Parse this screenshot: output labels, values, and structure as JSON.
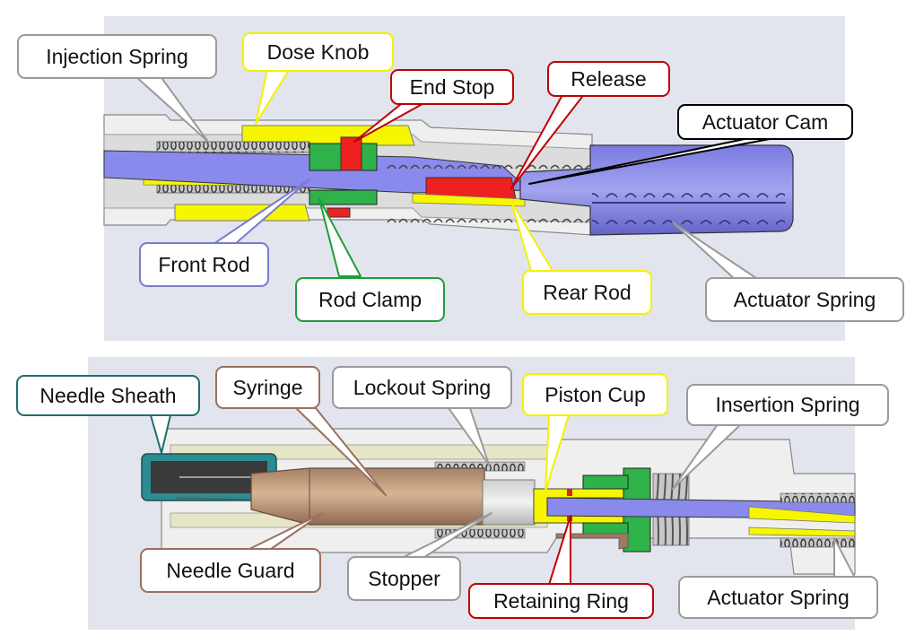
{
  "colors": {
    "gray": "#9a9a9a",
    "yellow": "#f2f200",
    "red": "#c00000",
    "blue": "#7a7ad0",
    "green": "#1e9e3a",
    "brown": "#9a7060",
    "teal": "#1e6e6e"
  },
  "top_diagram": {
    "labels": {
      "injection_spring": "Injection Spring",
      "dose_knob": "Dose Knob",
      "end_stop": "End Stop",
      "release": "Release",
      "actuator_cam": "Actuator Cam",
      "front_rod": "Front Rod",
      "rod_clamp": "Rod Clamp",
      "rear_rod": "Rear Rod",
      "actuator_spring": "Actuator Spring"
    }
  },
  "bottom_diagram": {
    "labels": {
      "needle_sheath": "Needle Sheath",
      "syringe": "Syringe",
      "lockout_spring": "Lockout Spring",
      "piston_cup": "Piston Cup",
      "insertion_spring": "Insertion Spring",
      "needle_guard": "Needle Guard",
      "stopper": "Stopper",
      "retaining_ring": "Retaining Ring",
      "actuator_spring": "Actuator Spring"
    }
  }
}
